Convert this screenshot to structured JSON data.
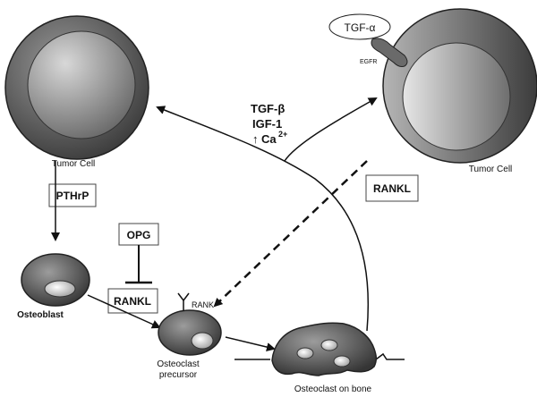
{
  "labels": {
    "tumor_cell_left": "Tumor Cell",
    "tumor_cell_right": "Tumor Cell",
    "osteoblast": "Osteoblast",
    "osteoclast_precursor_line1": "Osteoclast",
    "osteoclast_precursor_line2": "precursor",
    "osteoclast_on_bone": "Osteoclast on bone"
  },
  "boxes": {
    "pthrp": "PTHrP",
    "opg": "OPG",
    "rankl_left": "RANKL",
    "rankl_right": "RANKL"
  },
  "factors": {
    "tgf_beta": "TGF-β",
    "igf1": "IGF-1",
    "ca_arrow": "↑",
    "ca": "Ca",
    "ca_sup": "2+"
  },
  "receptors": {
    "tgf_alpha": "TGF-α",
    "egfr": "EGFR",
    "rank": "RANK"
  }
}
